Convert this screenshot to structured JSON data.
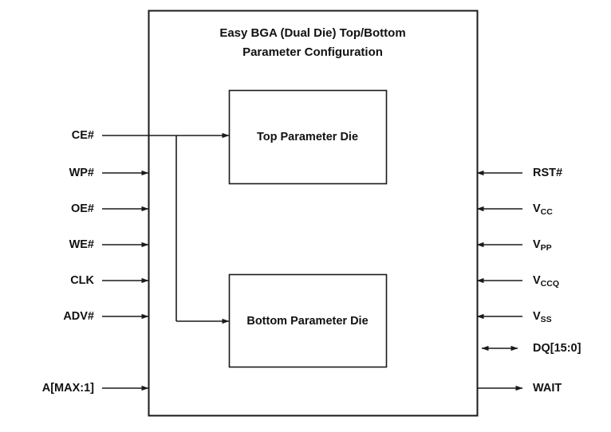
{
  "diagram": {
    "title_line1": "Easy BGA (Dual Die) Top/Bottom",
    "title_line2": "Parameter Configuration",
    "package_outline_name": "package-outline",
    "colors": {
      "line": "#1a1a1a",
      "background": "#ffffff",
      "text": "#111111"
    },
    "dies": [
      {
        "id": "top-die",
        "label": "Top Parameter Die"
      },
      {
        "id": "bottom-die",
        "label": "Bottom Parameter Die"
      }
    ],
    "left_signals": [
      {
        "id": "ce",
        "label": "CE#",
        "direction": "in",
        "routed_to_dies": true
      },
      {
        "id": "wp",
        "label": "WP#",
        "direction": "in",
        "routed_to_dies": false
      },
      {
        "id": "oe",
        "label": "OE#",
        "direction": "in",
        "routed_to_dies": false
      },
      {
        "id": "we",
        "label": "WE#",
        "direction": "in",
        "routed_to_dies": false
      },
      {
        "id": "clk",
        "label": "CLK",
        "direction": "in",
        "routed_to_dies": false
      },
      {
        "id": "adv",
        "label": "ADV#",
        "direction": "in",
        "routed_to_dies": false
      },
      {
        "id": "amax",
        "label": "A[MAX:1]",
        "direction": "in",
        "routed_to_dies": false
      }
    ],
    "right_signals": [
      {
        "id": "rst",
        "label": "RST#",
        "base": "RST#",
        "sub": "",
        "direction": "in"
      },
      {
        "id": "vcc",
        "label": "VCC",
        "base": "V",
        "sub": "CC",
        "direction": "in"
      },
      {
        "id": "vpp",
        "label": "VPP",
        "base": "V",
        "sub": "PP",
        "direction": "in"
      },
      {
        "id": "vccq",
        "label": "VCCQ",
        "base": "V",
        "sub": "CCQ",
        "direction": "in"
      },
      {
        "id": "vss",
        "label": "VSS",
        "base": "V",
        "sub": "SS",
        "direction": "in"
      },
      {
        "id": "dq",
        "label": "DQ[15:0]",
        "base": "DQ[15:0]",
        "sub": "",
        "direction": "bidirectional"
      },
      {
        "id": "wait",
        "label": "WAIT",
        "base": "WAIT",
        "sub": "",
        "direction": "out"
      }
    ]
  }
}
